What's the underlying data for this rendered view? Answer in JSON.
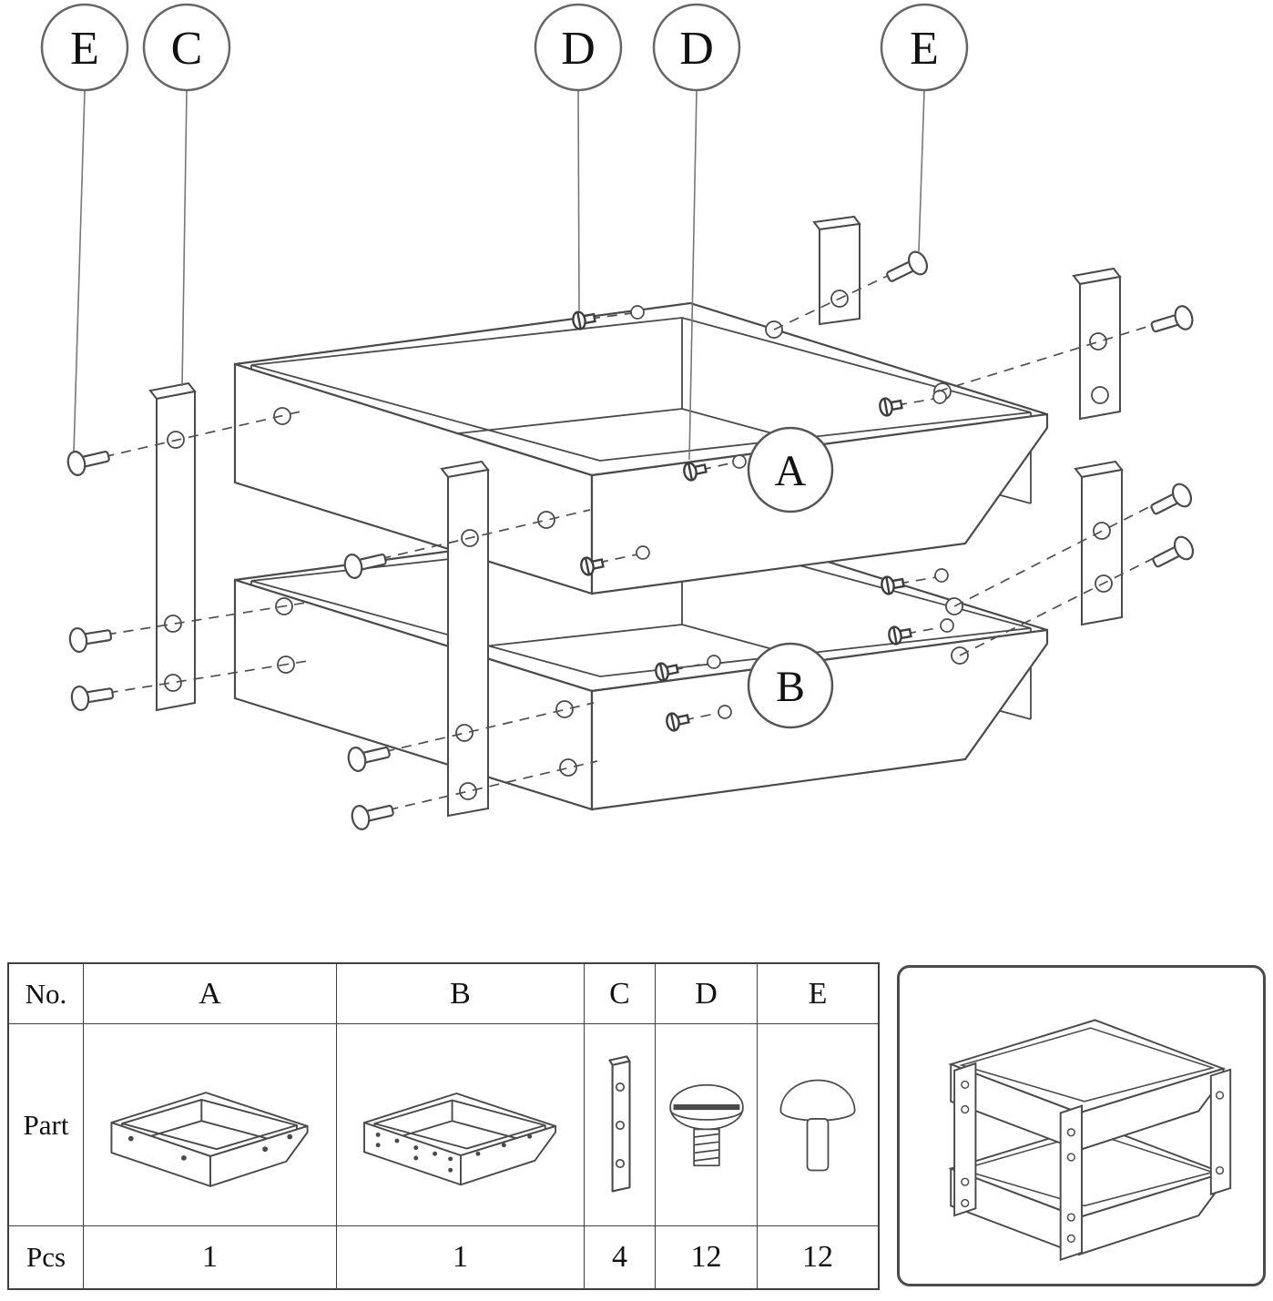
{
  "diagram": {
    "callouts": [
      {
        "label": "E"
      },
      {
        "label": "C"
      },
      {
        "label": "D"
      },
      {
        "label": "D"
      },
      {
        "label": "E"
      }
    ],
    "part_labels": {
      "tray_top": "A",
      "tray_bottom": "B"
    }
  },
  "table": {
    "no_header": "No.",
    "part_row_label": "Part",
    "pcs_row_label": "Pcs",
    "columns": [
      {
        "id": "A",
        "header": "A",
        "pcs": "1"
      },
      {
        "id": "B",
        "header": "B",
        "pcs": "1"
      },
      {
        "id": "C",
        "header": "C",
        "pcs": "4"
      },
      {
        "id": "D",
        "header": "D",
        "pcs": "12"
      },
      {
        "id": "E",
        "header": "E",
        "pcs": "12"
      }
    ]
  },
  "colors": {
    "line": "#4a4a4a",
    "dash": "#4f4f4f",
    "leader": "#777777",
    "callout_stroke": "#666666",
    "text": "#111111"
  }
}
